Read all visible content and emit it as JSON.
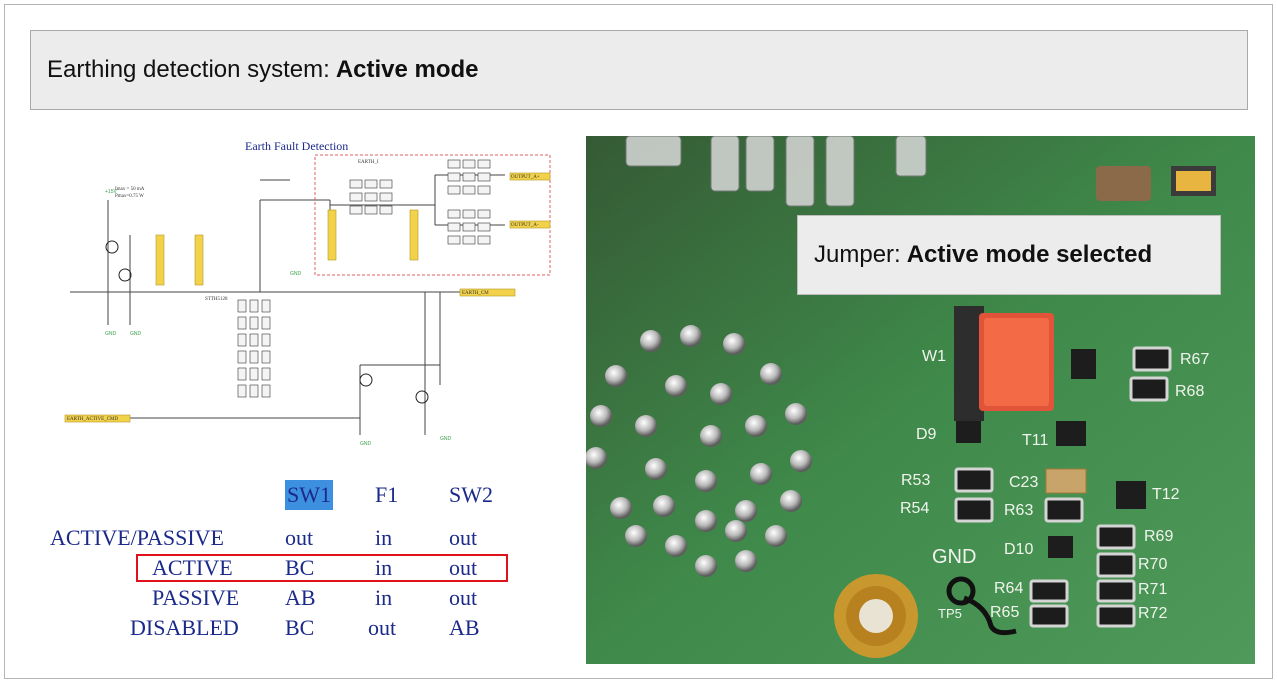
{
  "title": {
    "prefix": "Earthing detection system:",
    "bold": "Active mode"
  },
  "schematic": {
    "title": "Earth Fault Detection",
    "labels": [
      "EARTH_I",
      "OUTPUT_A+",
      "OUTPUT_A-",
      "EARTH_CM",
      "EARTH_ACTIVE_CMD",
      "STTH5128",
      "Imax = 50 mA",
      "Pmax=0.75 W"
    ]
  },
  "switch_table": {
    "headers": [
      "SW1",
      "F1",
      "SW2"
    ],
    "rows": [
      {
        "mode": "ACTIVE/PASSIVE",
        "sw1": "out",
        "f1": "in",
        "sw2": "out"
      },
      {
        "mode": "ACTIVE",
        "sw1": "BC",
        "f1": "in",
        "sw2": "out"
      },
      {
        "mode": "PASSIVE",
        "sw1": "AB",
        "f1": "in",
        "sw2": "out"
      },
      {
        "mode": "DISABLED",
        "sw1": "BC",
        "f1": "out",
        "sw2": "AB"
      }
    ],
    "highlighted_row": "ACTIVE",
    "highlight_color": "#e0131c",
    "header_highlight_color": "#3d8fe0"
  },
  "jumper": {
    "prefix": "Jumper:",
    "bold": "Active mode selected"
  },
  "pcb_labels": [
    "W1",
    "D9",
    "T11",
    "R53",
    "R54",
    "C23",
    "R63",
    "T12",
    "R67",
    "R68",
    "R69",
    "R70",
    "R71",
    "R72",
    "D10",
    "GND",
    "R64",
    "R65",
    "TP5"
  ]
}
